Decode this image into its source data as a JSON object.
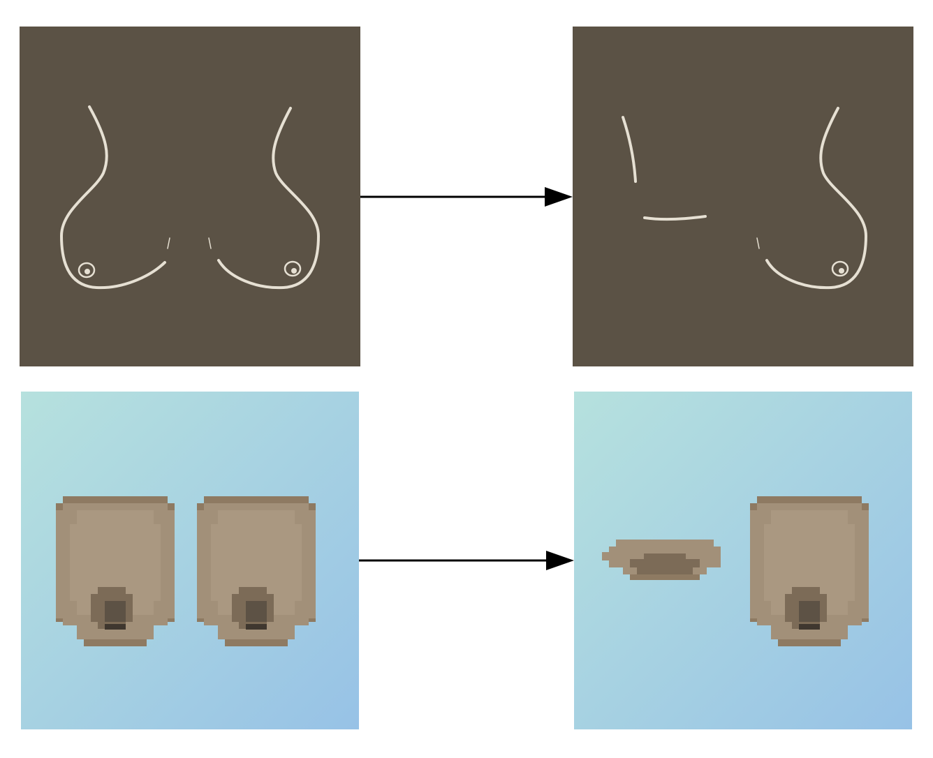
{
  "colors": {
    "line_panel_bg": "#5b5245",
    "line_stroke": "#e6e0d3",
    "pixel_bg_start": "#b6e1de",
    "pixel_bg_end": "#97c2e6",
    "shape_outer": "#a29079",
    "shape_inner": "#aa9881",
    "shape_edge": "#8e7a62",
    "shape_nipple_ring": "#7c6b57",
    "shape_nipple_core": "#5d5245",
    "shape_nipple_dark": "#3f372f",
    "arrow": "#000000"
  },
  "panels": {
    "top_left": {
      "icon": "line-drawing-both-breasts"
    },
    "top_right": {
      "icon": "line-drawing-one-breast-removed"
    },
    "bottom_left": {
      "icon": "pixel-art-both-breasts"
    },
    "bottom_right": {
      "icon": "pixel-art-one-breast-removed"
    }
  },
  "arrows": [
    {
      "icon": "arrow-right-icon"
    },
    {
      "icon": "arrow-right-icon"
    }
  ]
}
